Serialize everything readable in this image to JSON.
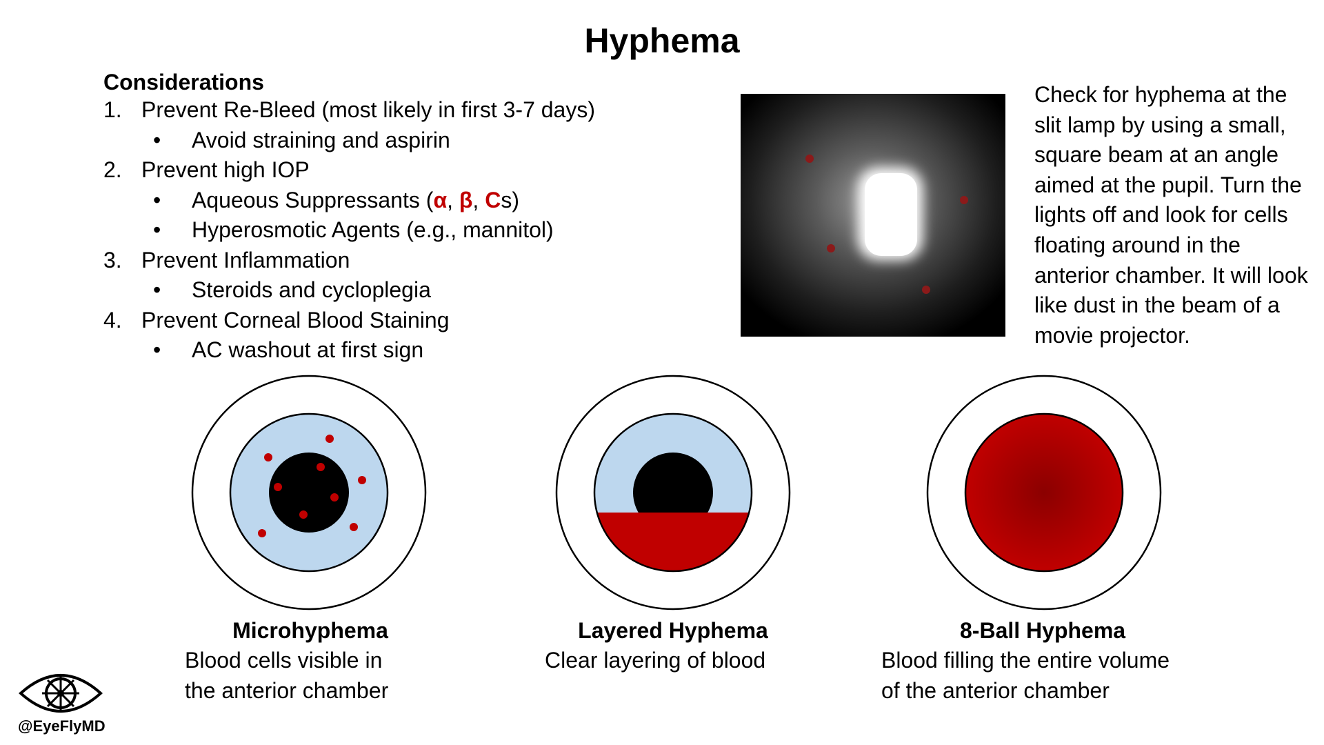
{
  "title": "Hyphema",
  "considerations": {
    "heading": "Considerations",
    "items": [
      {
        "number": "1.",
        "text": "Prevent Re-Bleed (most likely in first 3-7 days)",
        "subs": [
          "Avoid straining and aspirin"
        ]
      },
      {
        "number": "2.",
        "text": "Prevent high IOP",
        "subs": []
      },
      {
        "number": "3.",
        "text": "Prevent Inflammation",
        "subs": [
          "Steroids and cycloplegia"
        ]
      },
      {
        "number": "4.",
        "text": "Prevent Corneal Blood Staining",
        "subs": [
          "AC washout at first sign"
        ]
      }
    ],
    "iop_subs": {
      "aqueous_prefix": "Aqueous Suppressants (",
      "alpha": "α",
      "comma1": ", ",
      "beta": "β",
      "comma2": ", ",
      "c": "C",
      "aqueous_suffix": "s)",
      "hyperosmotic": "Hyperosmotic Agents (e.g., mannitol)"
    },
    "bullet": "•"
  },
  "slit_lamp": {
    "description": "Check for hyphema at the slit lamp by using a small, square beam at an angle aimed at the pupil. Turn the lights off and look for cells floating around in the anterior chamber. It will look like dust in the beam of a movie projector."
  },
  "eyes": [
    {
      "title": "Microhyphema",
      "desc_line1": "Blood cells visible in",
      "desc_line2": "the anterior chamber"
    },
    {
      "title": "Layered Hyphema",
      "desc_line1": "Clear layering of blood",
      "desc_line2": ""
    },
    {
      "title": "8-Ball Hyphema",
      "desc_line1": "Blood filling the entire volume",
      "desc_line2": "of the anterior chamber"
    }
  ],
  "logo": {
    "handle": "@EyeFlyMD"
  },
  "colors": {
    "blood": "#c00000",
    "iris": "#bdd7ee",
    "dark_blood": "#8b0000"
  }
}
